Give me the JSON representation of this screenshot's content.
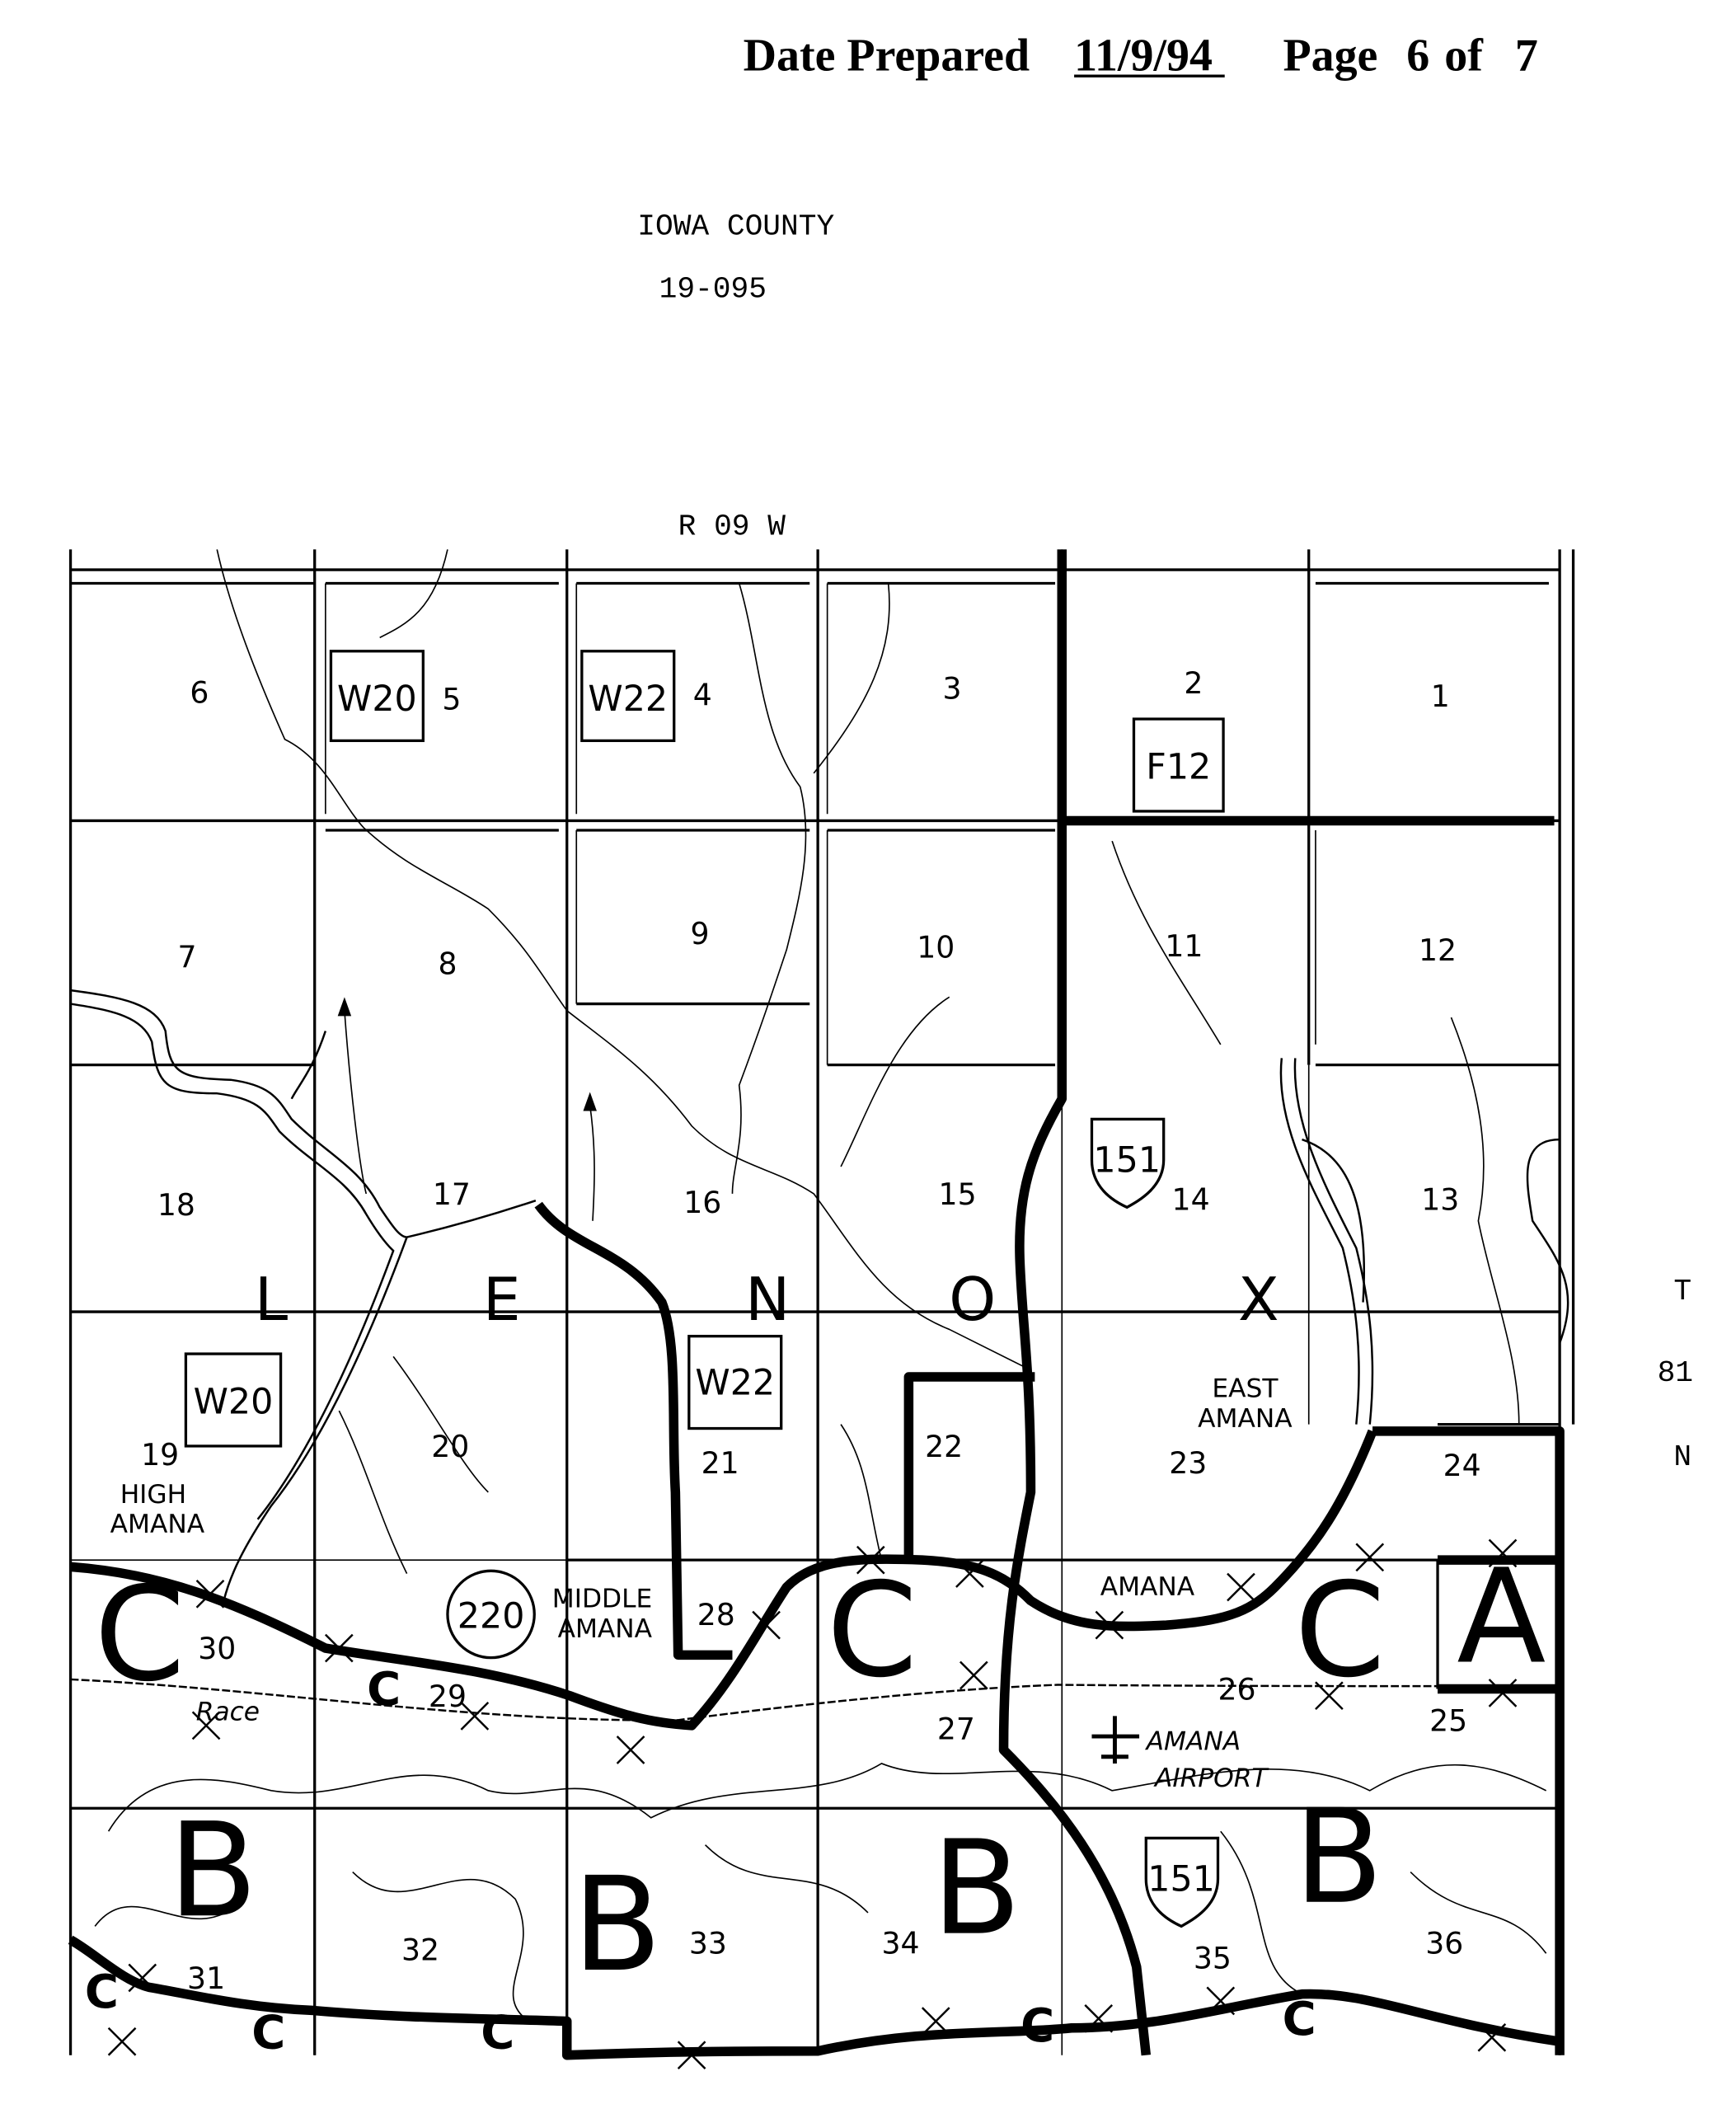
{
  "header": {
    "date_label": "Date Prepared",
    "date_value": "11/9/94",
    "page_label": "Page",
    "page_number": "6",
    "page_of": "of",
    "page_total": "7"
  },
  "county": {
    "name": "IOWA COUNTY",
    "code": "19-095"
  },
  "range_label": "R 09 W",
  "township_label": [
    "T",
    "81",
    "N"
  ],
  "township_name_letters": [
    "L",
    "E",
    "N",
    "O",
    "X"
  ],
  "sections": [
    "6",
    "5",
    "4",
    "3",
    "2",
    "1",
    "7",
    "8",
    "9",
    "10",
    "11",
    "12",
    "18",
    "17",
    "16",
    "15",
    "14",
    "13",
    "19",
    "20",
    "21",
    "22",
    "23",
    "24",
    "30",
    "29",
    "28",
    "27",
    "26",
    "25",
    "31",
    "32",
    "33",
    "34",
    "35",
    "36"
  ],
  "route_markers": {
    "w20_north": "W20",
    "w22_north": "W22",
    "f12": "F12",
    "w20_south": "W20",
    "w22_south": "W22",
    "us151_north": "151",
    "us151_south": "151",
    "ia220": "220"
  },
  "towns": {
    "east_amana": [
      "EAST",
      "AMANA"
    ],
    "high_amana": [
      "HIGH",
      "AMANA"
    ],
    "middle_amana": [
      "MIDDLE",
      "AMANA"
    ],
    "amana": "AMANA",
    "amana_airport": [
      "AMANA",
      "AIRPORT"
    ],
    "race": "Race"
  },
  "zones": {
    "c1": "C",
    "c2": "C",
    "c3": "C",
    "a1": "A",
    "b1": "B",
    "b2": "B",
    "b3": "B",
    "b4": "B",
    "c_small": [
      "C",
      "C",
      "C",
      "C",
      "C",
      "C"
    ]
  }
}
